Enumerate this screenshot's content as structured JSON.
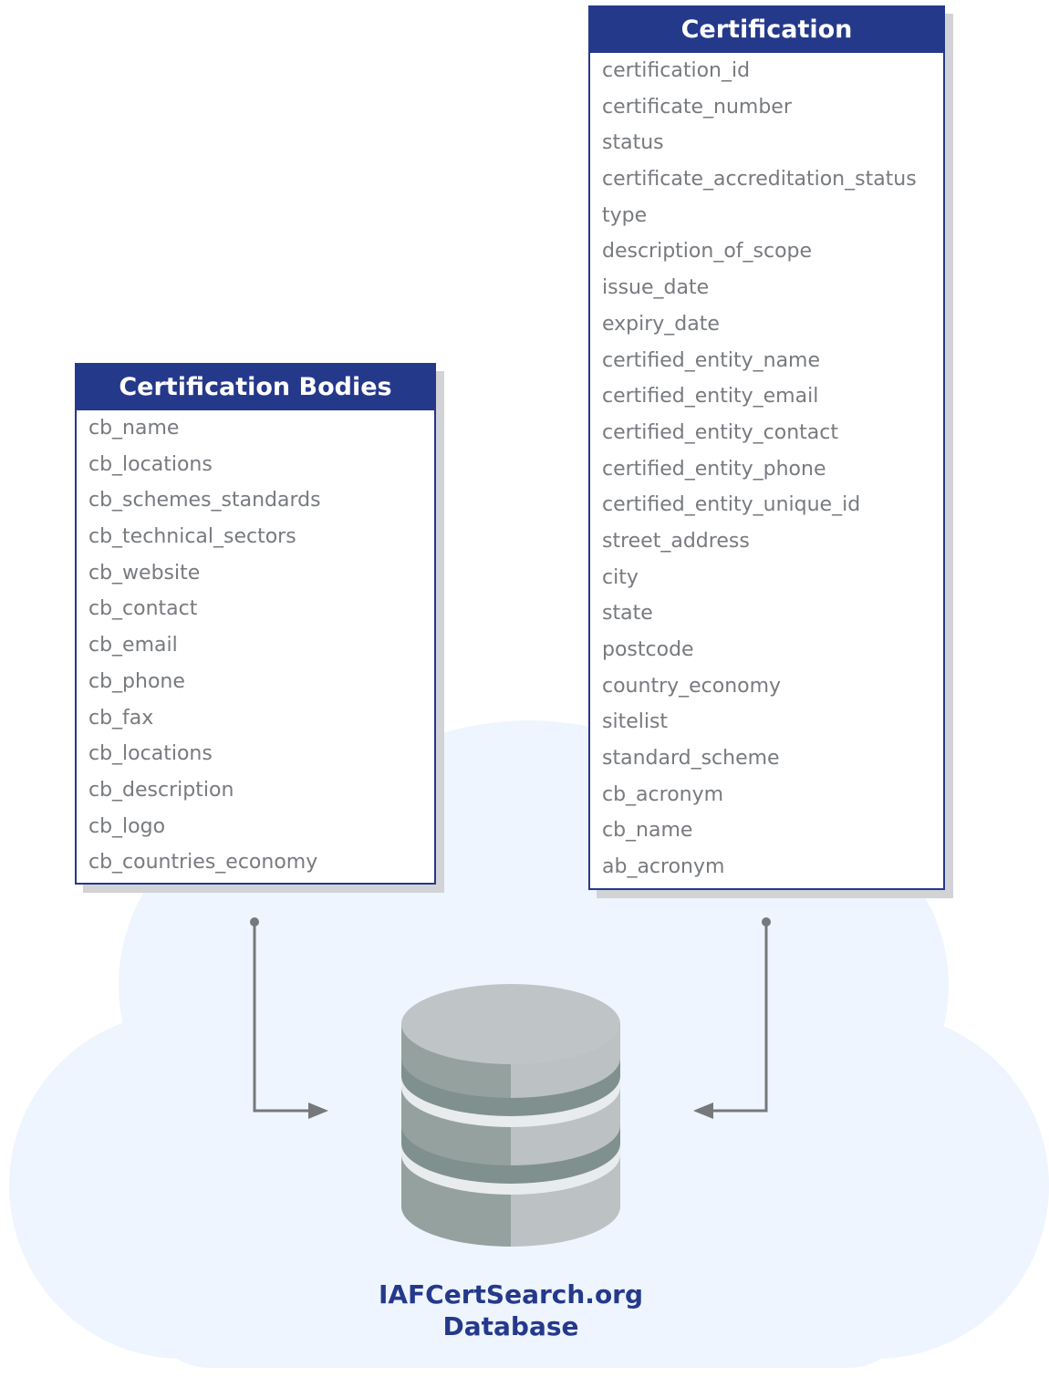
{
  "certification_bodies": {
    "title": "Certification Bodies",
    "fields": [
      "cb_name",
      "cb_locations",
      "cb_schemes_standards",
      "cb_technical_sectors",
      "cb_website",
      "cb_contact",
      "cb_email",
      "cb_phone",
      "cb_fax",
      "cb_locations",
      "cb_description",
      "cb_logo",
      "cb_countries_economy"
    ]
  },
  "certification": {
    "title": "Certification",
    "fields": [
      "certification_id",
      "certificate_number",
      "status",
      "certificate_accreditation_status",
      "type",
      "description_of_scope",
      "issue_date",
      "expiry_date",
      "certified_entity_name",
      "certified_entity_email",
      "certified_entity_contact",
      "certified_entity_phone",
      "certified_entity_unique_id",
      "street_address",
      "city",
      "state",
      "postcode",
      "country_economy",
      "sitelist",
      "standard_scheme",
      "cb_acronym",
      "cb_name",
      "ab_acronym"
    ]
  },
  "database": {
    "label_line1": "IAFCertSearch.org",
    "label_line2": "Database",
    "icon": "database-icon"
  },
  "colors": {
    "header": "#25398b",
    "field_text": "#777a7f",
    "cloud": "#eef5fe",
    "shadow": "#d2d3d6",
    "arrow": "#76787c",
    "db_top": "#bfc4c7",
    "db_side_left": "#94a19f",
    "db_side_right": "#bcc1c4"
  }
}
